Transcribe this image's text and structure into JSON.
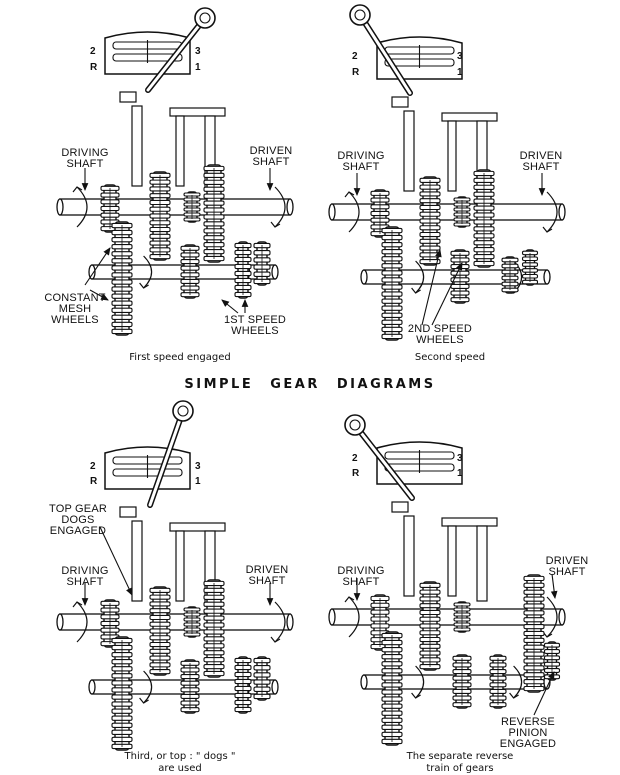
{
  "title": "SIMPLE GEAR DIAGRAMS",
  "panels": [
    {
      "caption": "First speed engaged",
      "gate": {
        "tl": "2",
        "bl": "R",
        "tr": "3",
        "br": "1"
      },
      "labels": {
        "driving": "DRIVING\nSHAFT",
        "driven": "DRIVEN\nSHAFT",
        "extra1": "CONSTANT\nMESH\nWHEELS",
        "extra2": "1ST SPEED\nWHEELS"
      }
    },
    {
      "caption": "Second speed",
      "gate": {
        "tl": "2",
        "bl": "R",
        "tr": "3",
        "br": "1"
      },
      "labels": {
        "driving": "DRIVING\nSHAFT",
        "driven": "DRIVEN\nSHAFT",
        "extra1": "2ND SPEED\nWHEELS"
      }
    },
    {
      "caption": "Third, or top : \" dogs \"\nare used",
      "gate": {
        "tl": "2",
        "bl": "R",
        "tr": "3",
        "br": "1"
      },
      "labels": {
        "driving": "DRIVING\nSHAFT",
        "driven": "DRIVEN\nSHAFT",
        "extra1": "TOP GEAR\nDOGS\nENGAGED"
      }
    },
    {
      "caption": "The separate reverse\ntrain of gears",
      "gate": {
        "tl": "2",
        "bl": "R",
        "tr": "3",
        "br": "1"
      },
      "labels": {
        "driving": "DRIVING\nSHAFT",
        "driven": "DRIVEN\nSHAFT",
        "extra1": "REVERSE\nPINION\nENGAGED"
      }
    }
  ]
}
